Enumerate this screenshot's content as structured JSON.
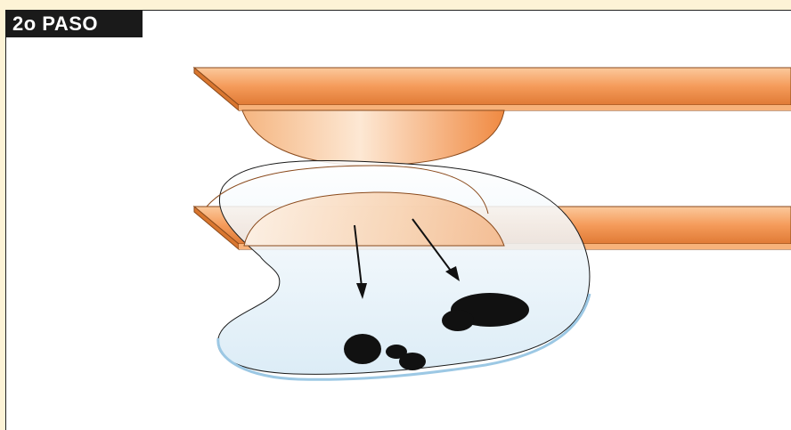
{
  "step": {
    "label": "2o PASO"
  },
  "colors": {
    "background": "#fdf3d6",
    "panel": "#ffffff",
    "label_bg": "#1a1a1a",
    "label_text": "#ffffff",
    "plate": "#f0914a",
    "plate_light": "#fbd2ad",
    "droplet": "#e3f0f8",
    "stain": "#111111"
  },
  "icons": [
    "upper-plate",
    "lower-plate",
    "contact-lens-top",
    "contact-lens-bottom",
    "liquid-drop",
    "arrow-down",
    "arrow-right",
    "stain-blobs"
  ]
}
